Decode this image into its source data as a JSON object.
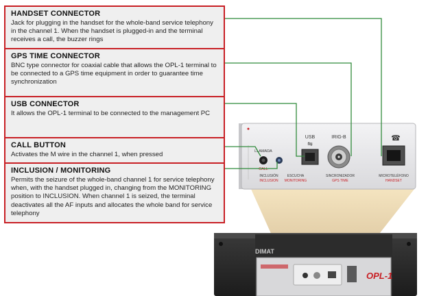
{
  "sections": [
    {
      "title": "HANDSET CONNECTOR",
      "text": "Jack for plugging in the handset for the whole-band service telephony in the channel 1. When the handset is plugged-in and the terminal receives a call, the buzzer rings"
    },
    {
      "title": "GPS TIME CONNECTOR",
      "text": "BNC type connector for coaxial cable that allows the OPL-1 terminal to be connected to a GPS time equipment in order to guarantee time synchronization"
    },
    {
      "title": "USB CONNECTOR",
      "text": "It allows the OPL-1 terminal to be connected to the management PC"
    },
    {
      "title": "CALL BUTTON",
      "text": "Activates the M wire in the channel 1, when pressed"
    },
    {
      "title": "INCLUSION / MONITORING",
      "text": "Permits the seizure of the whole-band channel 1 for service telephony when, with the handset plugged in, changing from the MONITORING position to INCLUSION. When channel 1 is seized, the terminal deactivates all the AF inputs and allocates the whole band for service telephony"
    }
  ],
  "panel": {
    "usb": "USB",
    "irig": "IRIG-B",
    "llamada": "LLAMADA",
    "call": "CALL",
    "inclusion": "INCLUSIÓN",
    "inclusion_en": "INCLUSION",
    "escucha": "ESCUCHA",
    "monitoring": "MONITORING",
    "sincro": "SINCRONIZADOR",
    "gps": "GPS TIME",
    "micro": "MICROTELÉFONO",
    "handset": "HANDSET"
  },
  "device": {
    "brand": "DIMAT",
    "model": "OPL-1"
  },
  "colors": {
    "frame": "#c81e23",
    "wire": "#2f8a3a",
    "panel": "#e8e8ea"
  }
}
